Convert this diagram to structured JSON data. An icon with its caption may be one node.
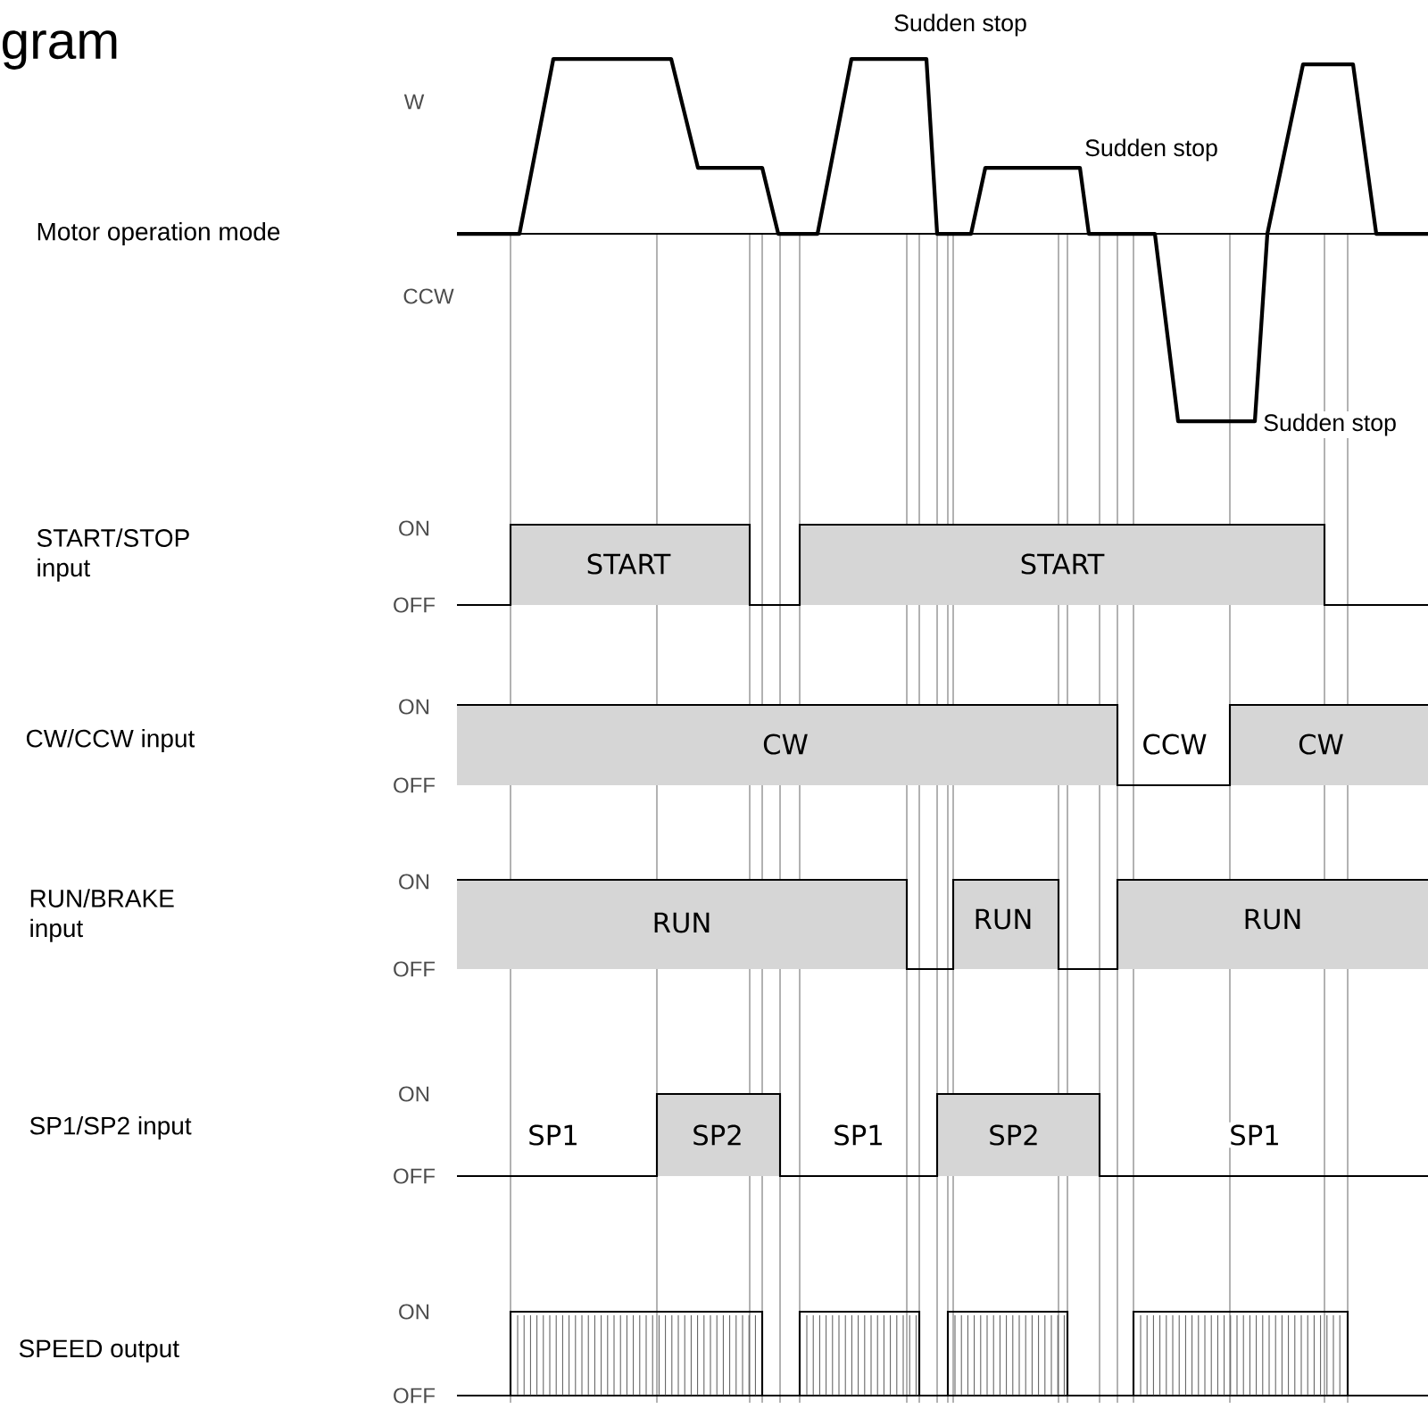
{
  "diagram": {
    "title": "gram",
    "labels": [
      "W",
      "Sudden stop",
      "Sudden stop",
      "Motor operation mode",
      "CCW",
      "Sudden stop",
      "START/STOP input",
      "ON",
      "START",
      "START",
      "OFF",
      "ON",
      "CW/CCW input",
      "CW",
      "CCW",
      "CW",
      "OFF",
      "ON",
      "RUN/BRAKE input",
      "RUN",
      "RUN",
      "RUN",
      "OFF",
      "ON",
      "SP1/SP2 input",
      "SP1",
      "SP2",
      "SP1",
      "SP2",
      "SP1",
      "OFF",
      "ON",
      "SPEED output",
      "OFF"
    ]
  }
}
